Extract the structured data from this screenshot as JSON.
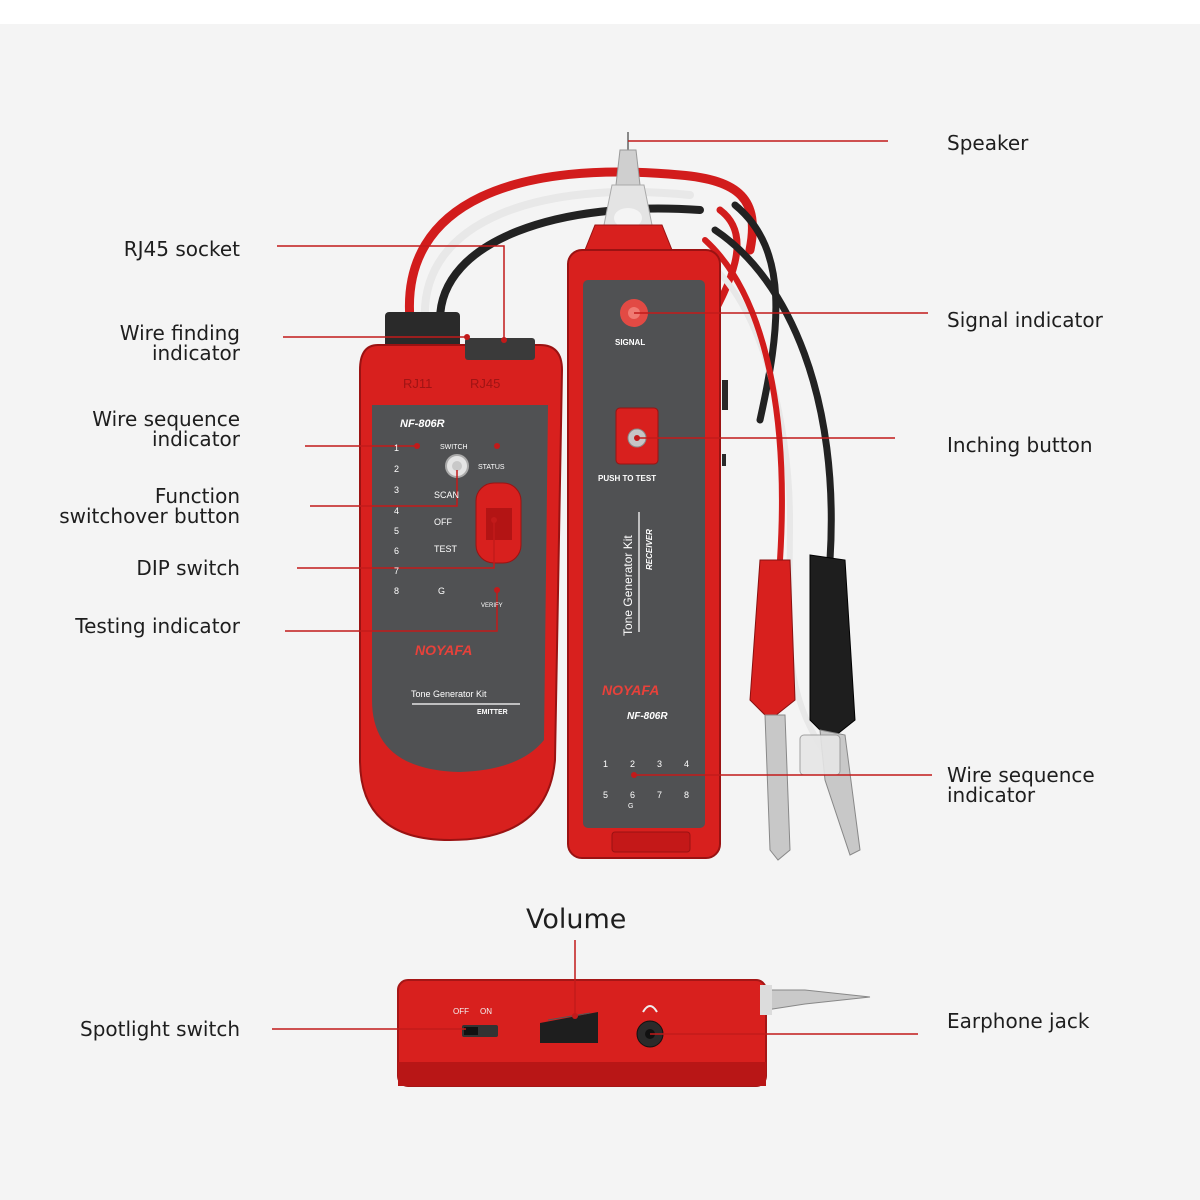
{
  "labels": {
    "speaker": "Speaker",
    "rj45_socket": "RJ45 socket",
    "wire_finding_indicator": [
      "Wire finding",
      "indicator"
    ],
    "wire_sequence_indicator_left": [
      "Wire sequence",
      "indicator"
    ],
    "function_switchover_button": [
      "Function",
      "switchover button"
    ],
    "dip_switch": "DIP switch",
    "testing_indicator": "Testing indicator",
    "signal_indicator": "Signal indicator",
    "inching_button": "Inching button",
    "wire_sequence_indicator_right": [
      "Wire sequence",
      "indicator"
    ],
    "volume": "Volume",
    "spotlight_switch": "Spotlight switch",
    "earphone_jack": "Earphone jack"
  },
  "emitter": {
    "ports": [
      "RJ11",
      "RJ45"
    ],
    "model": "NF-806R",
    "switch_label": "SWITCH",
    "status_label": "STATUS",
    "pins": [
      "1",
      "2",
      "3",
      "4",
      "5",
      "6",
      "7",
      "8",
      "G"
    ],
    "modes": [
      "SCAN",
      "OFF",
      "TEST"
    ],
    "verify_label": "VERIFY",
    "brand": "NOYAFA",
    "kit_name": "Tone Generator Kit",
    "kit_role": "EMITTER"
  },
  "receiver": {
    "signal_label": "SIGNAL",
    "push_label": "PUSH TO TEST",
    "kit_name": "Tone Generator Kit",
    "kit_role": "RECEIVER",
    "brand": "NOYAFA",
    "model": "NF-806R",
    "pins_top": [
      "1",
      "2",
      "3",
      "4"
    ],
    "pins_bottom": [
      "5",
      "6",
      "7",
      "8"
    ],
    "ground_label": "G"
  },
  "side_view": {
    "off_label": "OFF",
    "on_label": "ON"
  },
  "colors": {
    "body_red": "#d8201e",
    "faceplate": "#505153",
    "leader_line": "#c21a1a"
  }
}
